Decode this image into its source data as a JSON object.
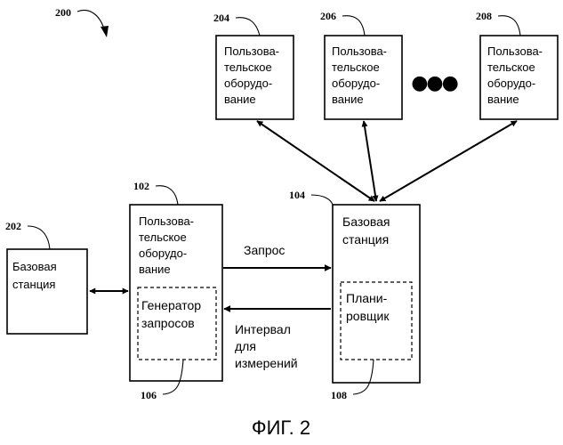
{
  "figure_ref": "200",
  "caption": "ФИГ. 2",
  "ue_top": [
    {
      "ref": "204",
      "lines": [
        "Пользова-",
        "тельское",
        "оборудо-",
        "вание"
      ]
    },
    {
      "ref": "206",
      "lines": [
        "Пользова-",
        "тельское",
        "оборудо-",
        "вание"
      ]
    },
    {
      "ref": "208",
      "lines": [
        "Пользова-",
        "тельское",
        "оборудо-",
        "вание"
      ]
    }
  ],
  "ellipsis": "●●●",
  "bs_left": {
    "ref": "202",
    "lines": [
      "Базовая",
      "станция"
    ]
  },
  "ue_main": {
    "ref": "102",
    "lines": [
      "Пользова-",
      "тельское",
      "оборудо-",
      "вание"
    ]
  },
  "request_gen": {
    "ref": "106",
    "lines": [
      "Генератор",
      "запросов"
    ]
  },
  "bs_main": {
    "ref": "104",
    "lines": [
      "Базовая",
      "станция"
    ]
  },
  "scheduler": {
    "ref": "108",
    "lines": [
      "Плани-",
      "ровщик"
    ]
  },
  "arrow_request": "Запрос",
  "arrow_interval": [
    "Интервал",
    "для",
    "измерений"
  ]
}
